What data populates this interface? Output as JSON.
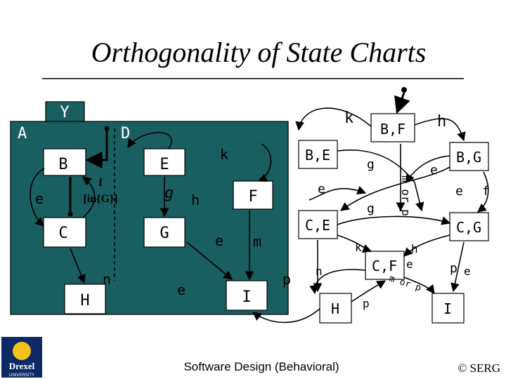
{
  "slide": {
    "title": "Orthogonality of State Charts",
    "footer": "Software Design (Behavioral)",
    "copyright": "© SERG",
    "logo": {
      "name": "Drexel",
      "sub": "UNIVERSITY"
    }
  },
  "colors": {
    "state_fill": "#1a5f5f",
    "state_text": "#ffffff",
    "logo_bg": "#0d2a66",
    "logo_gold": "#f3c318"
  },
  "states": {
    "Y": "Y",
    "A": "A",
    "D": "D",
    "B": "B",
    "C": "C",
    "H_left": "H",
    "E": "E",
    "G": "G",
    "F": "F",
    "I_mid": "I",
    "BF": "B,F",
    "BE": "B,E",
    "BG": "B,G",
    "CE": "C,E",
    "CG": "C,G",
    "CF": "C,F",
    "H_right": "H",
    "I_right": "I"
  },
  "events": {
    "k_top": "k",
    "h_top": "h",
    "k_mid": "k",
    "g_top": "g",
    "e_bg_upper": "e",
    "e_bg_lower": "e",
    "f_right": "f",
    "e_be_f": "e",
    "m_or_p_vertical": "m or p",
    "g_lower": "g",
    "k_ce": "k",
    "h_cf": "h",
    "e_cf": "e",
    "p_cg": "p",
    "e_cg": "e",
    "n_right": "n",
    "m_or_p_diag": "m or p",
    "p_cf": "p",
    "e_left": "e",
    "f_guard": "f",
    "guard_in_G": "[in{G}]",
    "g_mid": "g",
    "h_mid": "h",
    "e_mid": "e",
    "m_mid": "m",
    "e_lower": "e",
    "p_lower": "p",
    "n_left": "n"
  }
}
